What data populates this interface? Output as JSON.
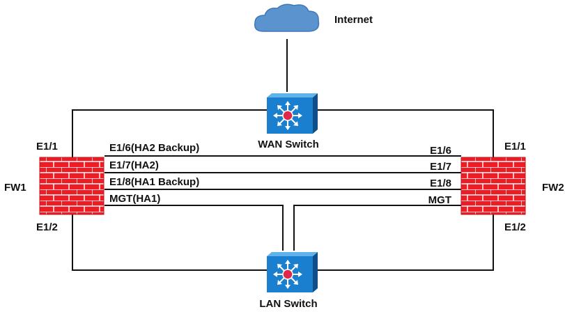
{
  "colors": {
    "line": "#111111",
    "cloud": "#5b93cf",
    "cloud_shade": "#3f78b8",
    "firewall_red": "#ee1c24",
    "firewall_mortar": "#ffffff",
    "switch_blue": "#1b7fd0",
    "switch_dark": "#0f4e87",
    "switch_light": "#5fb3ea",
    "switch_center": "#e0284b"
  },
  "icons": {
    "internet": "cloud-icon",
    "switch": "layer3-switch-icon",
    "firewall": "firewall-icon"
  },
  "nodes": {
    "internet": "Internet",
    "wan_switch": "WAN Switch",
    "lan_switch": "LAN Switch",
    "fw1": "FW1",
    "fw2": "FW2"
  },
  "ports": {
    "fw1_wan": "E1/1",
    "fw1_lan": "E1/2",
    "fw2_wan": "E1/1",
    "fw2_lan": "E1/2"
  },
  "links": [
    {
      "left": "E1/6(HA2 Backup)",
      "right": "E1/6"
    },
    {
      "left": "E1/7(HA2)",
      "right": "E1/7"
    },
    {
      "left": "E1/8(HA1 Backup)",
      "right": "E1/8"
    },
    {
      "left": "MGT(HA1)",
      "right": "MGT"
    }
  ]
}
